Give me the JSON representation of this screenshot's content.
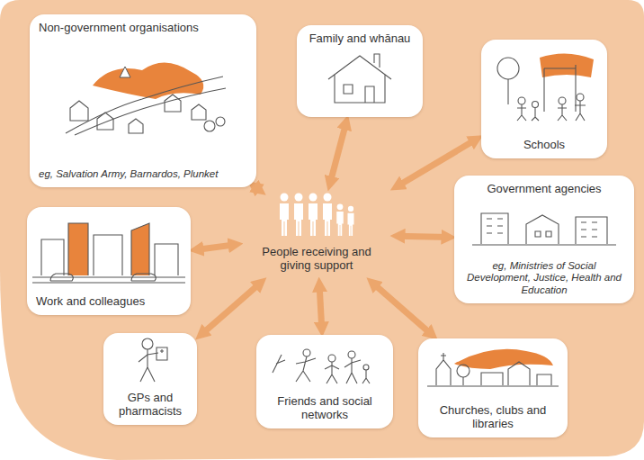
{
  "diagram": {
    "nodes": [
      {
        "text": [
          "Non-government organisations",
          "eg, Salvation Army, Barnardos, Plunket"
        ]
      },
      {
        "text": [
          "Family and whānau"
        ]
      },
      {
        "text": [
          "Schools"
        ]
      },
      {
        "text": [
          "Government agencies",
          "eg, Ministries of Social Development, Justice, Health and Education"
        ]
      },
      {
        "text": [
          "Work and colleagues"
        ]
      },
      {
        "text": [
          "People receiving and giving support"
        ]
      },
      {
        "text": [
          "GPs and pharmacists"
        ]
      },
      {
        "text": [
          "Friends and social networks"
        ]
      },
      {
        "text": [
          "Churches, clubs and libraries"
        ]
      }
    ],
    "edges": [
      {
        "from": 5,
        "to": 0,
        "arrow": "both"
      },
      {
        "from": 5,
        "to": 1,
        "arrow": "both"
      },
      {
        "from": 5,
        "to": 2,
        "arrow": "both"
      },
      {
        "from": 5,
        "to": 3,
        "arrow": "both"
      },
      {
        "from": 5,
        "to": 4,
        "arrow": "both"
      },
      {
        "from": 5,
        "to": 6,
        "arrow": "both"
      },
      {
        "from": 5,
        "to": 7,
        "arrow": "both"
      },
      {
        "from": 5,
        "to": 8,
        "arrow": "both"
      }
    ]
  }
}
